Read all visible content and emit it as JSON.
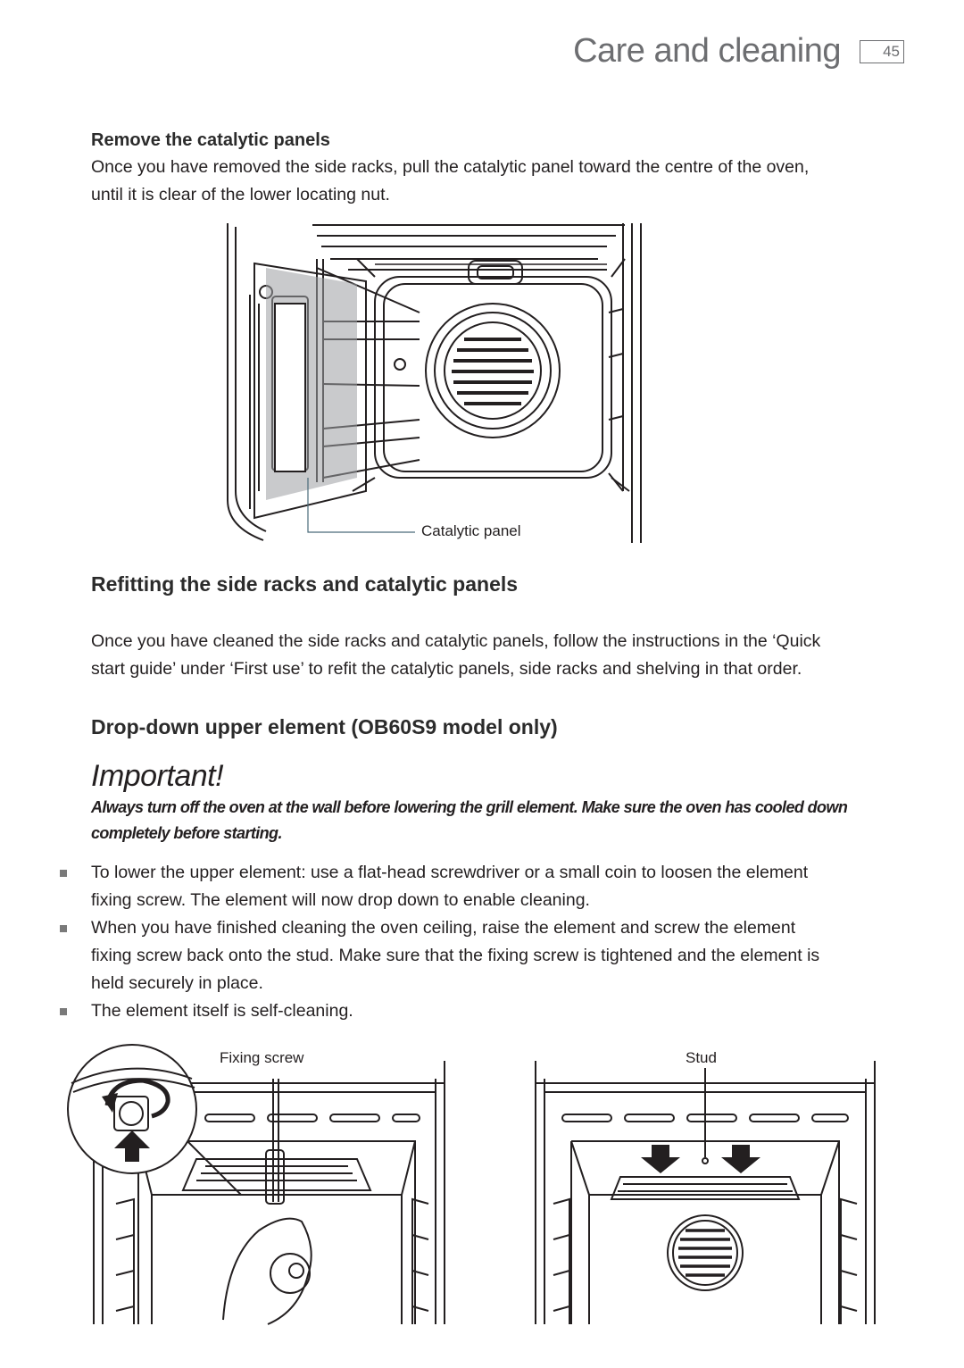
{
  "header": {
    "title": "Care and cleaning",
    "page_number": "45"
  },
  "section1": {
    "heading": "Remove the catalytic panels",
    "body_line1": "Once you have removed the side racks, pull the catalytic panel toward the centre of the oven,",
    "body_line2": "until it is clear of the lower locating nut.",
    "figure_caption": "Catalytic panel"
  },
  "section2": {
    "heading": "Refitting the side racks and catalytic panels",
    "body_line1": "Once you have cleaned the side racks and catalytic panels, follow the instructions in the ‘Quick",
    "body_line2": "start guide’ under ‘First use’ to refit the catalytic panels, side racks and shelving in that order."
  },
  "section3": {
    "heading": "Drop-down upper element (OB60S9 model only)",
    "important_label": "Important!",
    "warning_line1": "Always turn off the oven at the wall before lowering the grill element. Make sure the oven has cooled down",
    "warning_line2": "completely before starting.",
    "bullets": [
      {
        "line1": "To lower the upper element: use a flat-head screwdriver or a small coin to loosen the element",
        "line2": "fixing screw. The element will now drop down to enable cleaning."
      },
      {
        "line1": "When you have finished cleaning the oven ceiling, raise the element and screw the element",
        "line2": "fixing screw back onto the stud. Make sure that the fixing screw is tightened and the element is",
        "line3": "held securely in place."
      },
      {
        "line1": "The element itself is self-cleaning."
      }
    ],
    "figure_left_caption": "Fixing screw",
    "figure_right_caption": "Stud"
  },
  "icons": [
    "rotation-arrow-icon",
    "up-arrow-icon",
    "down-arrow-icon"
  ]
}
